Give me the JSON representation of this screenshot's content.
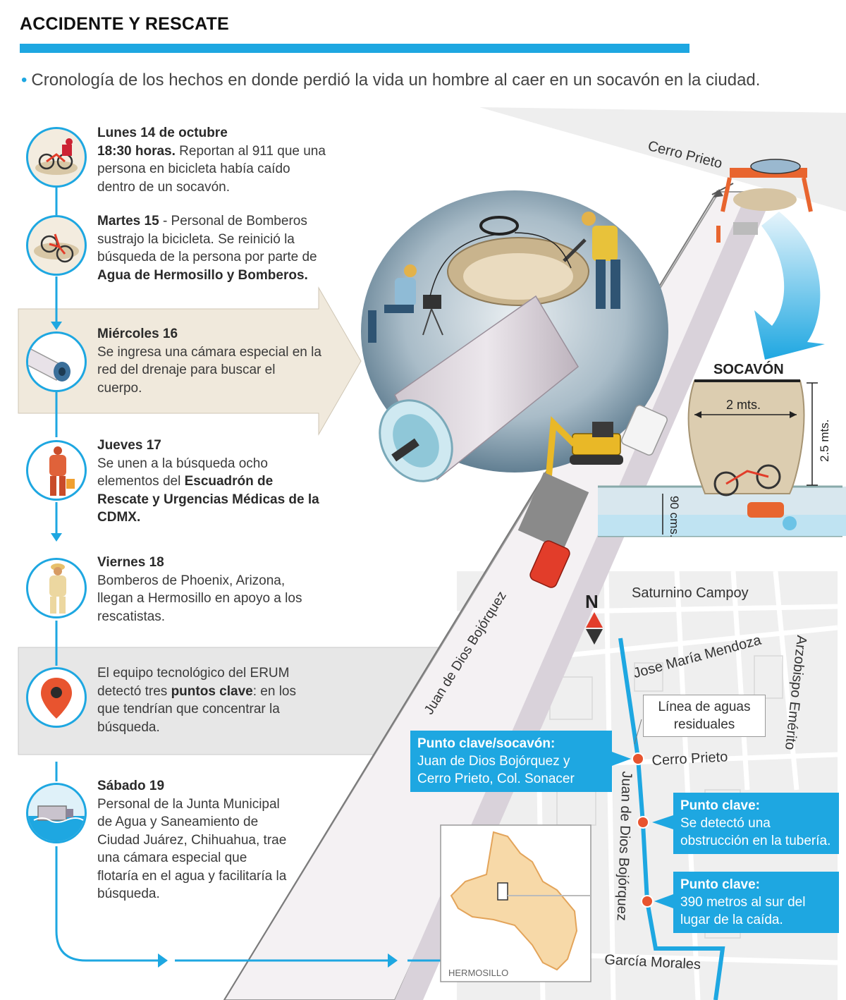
{
  "header": {
    "title": "ACCIDENTE Y RESCATE",
    "subtitle": "Cronología de los hechos en donde perdió la vida un hombre al caer en un socavón en la ciudad."
  },
  "timeline": [
    {
      "date": "Lunes 14 de octubre",
      "bold": "18:30 horas.",
      "text": " Reportan al 911 que una persona en bicicleta había caído dentro de un socavón.",
      "icon": "bicycle-fall-icon"
    },
    {
      "date": "Martes 15",
      "text_before": " - Personal de Bomberos sustrajo la bicicleta. Se reinició la búsqueda de la persona por parte de ",
      "bold": "Agua de Hermosillo y Bomberos.",
      "icon": "bicycle-icon"
    },
    {
      "date": "Miércoles 16",
      "text": "Se ingresa una cámara especial en la red del drenaje para buscar el cuerpo.",
      "icon": "pipe-camera-icon"
    },
    {
      "date": "Jueves 17",
      "text_before": "Se unen a la búsqueda ocho elementos del ",
      "bold": "Escuadrón de Rescate y Urgencias Médicas de la CDMX.",
      "icon": "rescuer-icon"
    },
    {
      "date": "Viernes 18",
      "text": "Bomberos de Phoenix, Arizona, llegan a Hermosillo en apoyo a los rescatistas.",
      "icon": "firefighter-icon"
    },
    {
      "text_before": "El equipo tecnológico del ERUM detectó tres ",
      "bold": "puntos clave",
      "text_after": ": en los que tendrían que concentrar la búsqueda.",
      "icon": "map-pin-icon"
    },
    {
      "date": "Sábado 19",
      "text": "Personal de la Junta Municipal de Agua y Saneamiento de Ciudad Juárez, Chihuahua, trae una cámara especial que flotaría en el agua y facilitaría la búsqueda.",
      "icon": "floating-camera-icon"
    }
  ],
  "illustration": {
    "street_cerro_prieto": "Cerro Prieto",
    "street_juan_de_dios": "Juan de Dios Bojórquez",
    "socavon_label": "SOCAVÓN",
    "width_label": "2 mts.",
    "depth_label": "2.5 mts.",
    "pipe_label": "90 cms."
  },
  "map": {
    "north": "N",
    "streets": {
      "saturnino": "Saturnino Campoy",
      "jose_maria": "Jose María Mendoza",
      "arzobispo": "Arzobispo Emérito",
      "cerro_prieto": "Cerro Prieto",
      "juan_de_dios": "Juan de Dios Bojórquez",
      "garcia_morales": "García Morales"
    },
    "line_label": "Línea de aguas residuales",
    "inset_label": "HERMOSILLO",
    "callouts": [
      {
        "title": "Punto clave/socavón:",
        "text": "Juan de Dios Bojórquez y Cerro Prieto, Col. Sonacer"
      },
      {
        "title": "Punto clave:",
        "text": "Se detectó una obstrucción en la tubería."
      },
      {
        "title": "Punto clave:",
        "text": "390 metros al sur del lugar de la caída."
      }
    ]
  },
  "colors": {
    "accent": "#1ea7e1",
    "marker": "#e8542f"
  }
}
